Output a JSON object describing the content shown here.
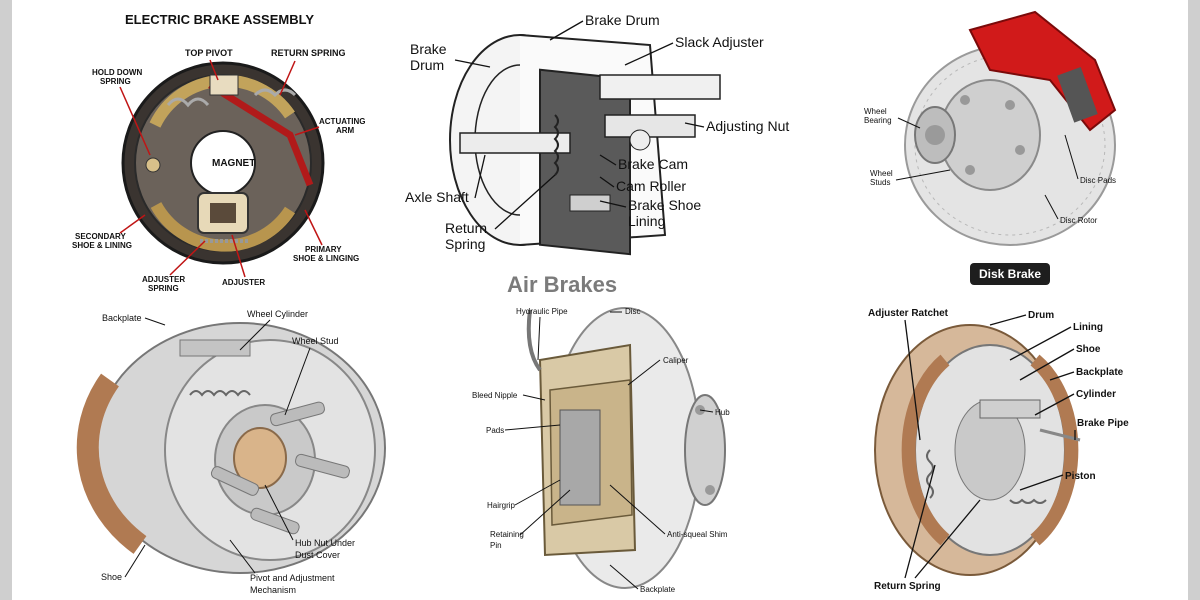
{
  "electric_brake": {
    "title": "ELECTRIC BRAKE ASSEMBLY",
    "labels": {
      "top_pivot": "TOP PIVOT",
      "return_spring": "RETURN SPRING",
      "hold_down_1": "HOLD DOWN",
      "hold_down_2": "SPRING",
      "actuating_1": "ACTUATING",
      "actuating_2": "ARM",
      "magnet": "MAGNET",
      "secondary_1": "SECONDARY",
      "secondary_2": "SHOE & LINING",
      "primary_1": "PRIMARY",
      "primary_2": "SHOE & LINGING",
      "adjuster_spring_1": "ADJUSTER",
      "adjuster_spring_2": "SPRING",
      "adjuster": "ADJUSTER"
    }
  },
  "drum_brake": {
    "labels": {
      "brake_drum_top": "Brake Drum",
      "brake_drum_left_1": "Brake",
      "brake_drum_left_2": "Drum",
      "slack_adjuster": "Slack Adjuster",
      "adjusting_nut": "Adjusting Nut",
      "brake_cam": "Brake Cam",
      "cam_roller": "Cam Roller",
      "brake_shoe_lining_1": "Brake Shoe",
      "brake_shoe_lining_2": "Lining",
      "axle_shaft": "Axle Shaft",
      "return_spring_1": "Return",
      "return_spring_2": "Spring"
    }
  },
  "disk_brake": {
    "badge": "Disk Brake",
    "labels": {
      "wheel_bearing_1": "Wheel",
      "wheel_bearing_2": "Bearing",
      "wheel_studs_1": "Wheel",
      "wheel_studs_2": "Studs",
      "disc_pads": "Disc Pads",
      "disc_rotor": "Disc Rotor"
    }
  },
  "drum_assembly": {
    "labels": {
      "backplate": "Backplate",
      "wheel_cylinder": "Wheel Cylinder",
      "wheel_stud": "Wheel Stud",
      "hub_nut_1": "Hub Nut Under",
      "hub_nut_2": "Dust Cover",
      "shoe": "Shoe",
      "pivot_1": "Pivot and Adjustment",
      "pivot_2": "Mechanism"
    }
  },
  "air_brakes": {
    "title": "Air Brakes",
    "labels": {
      "hydraulic_pipe": "Hydraulic Pipe",
      "disc": "Disc",
      "caliper": "Caliper",
      "bleed_nipple": "Bleed Nipple",
      "hub": "Hub",
      "pads": "Pads",
      "hairgrip": "Hairgrip",
      "retaining_pin_1": "Retaining",
      "retaining_pin_2": "Pin",
      "anti_squeal": "Anti-squeal Shim",
      "backplate": "Backplate"
    }
  },
  "drum_ratchet": {
    "labels": {
      "adjuster_ratchet": "Adjuster Ratchet",
      "drum": "Drum",
      "lining": "Lining",
      "shoe": "Shoe",
      "backplate": "Backplate",
      "cylinder": "Cylinder",
      "brake_pipe": "Brake Pipe",
      "piston": "Piston",
      "return_spring": "Return Spring"
    }
  },
  "colors": {
    "red_caliper": "#d11a1a",
    "drum_grey": "#8c8c8c",
    "lining_brown": "#b07a52",
    "metal_light": "#d9d9d9"
  }
}
